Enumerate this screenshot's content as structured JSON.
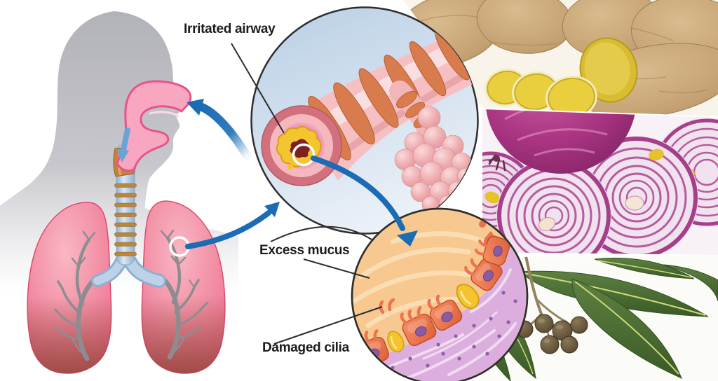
{
  "labels": {
    "irritated_airway": "Irritated airway",
    "excess_mucus": "Excess mucus",
    "damaged_cilia": "Damaged cilia"
  },
  "icons": {
    "head_silhouette": "human-head-profile-silhouette",
    "respiratory_tract": "nasal-cavity-throat-trachea-lungs",
    "airway_zoom": "inflamed-bronchiole-with-alveoli-magnified-circle",
    "mucosa_zoom": "mucosa-with-excess-mucus-and-damaged-cilia-magnified-circle",
    "inhale_arrow": "blue-air-inhale-arrow",
    "photo_top_right": "ginger-root-photo",
    "photo_middle_right": "red-onion-slices-photo",
    "photo_bottom_right": "eucalyptus-leaves-photo"
  },
  "colors": {
    "label_text": "#1d1c1a",
    "arrow_blue": "#1b6cb5",
    "circle_outline": "#2e2e2e",
    "circle_sky": "#c2d6e9",
    "silhouette_gray": "#b6b6bd",
    "lung_pink": "#ee6d8d",
    "lung_base_maroon": "#9c4a42",
    "airway_band_salmon": "#d87c4e",
    "mucus_yellow": "#f3c52f",
    "mucus_tan": "#f7c88f",
    "cell_orange": "#ea7350",
    "nucleus_purple": "#8a5aa4",
    "tissue_lavender": "#dcaede",
    "ginger_tan": "#c3a071",
    "onion_purple": "#b75a9e",
    "leaf_green": "#4f7434"
  }
}
